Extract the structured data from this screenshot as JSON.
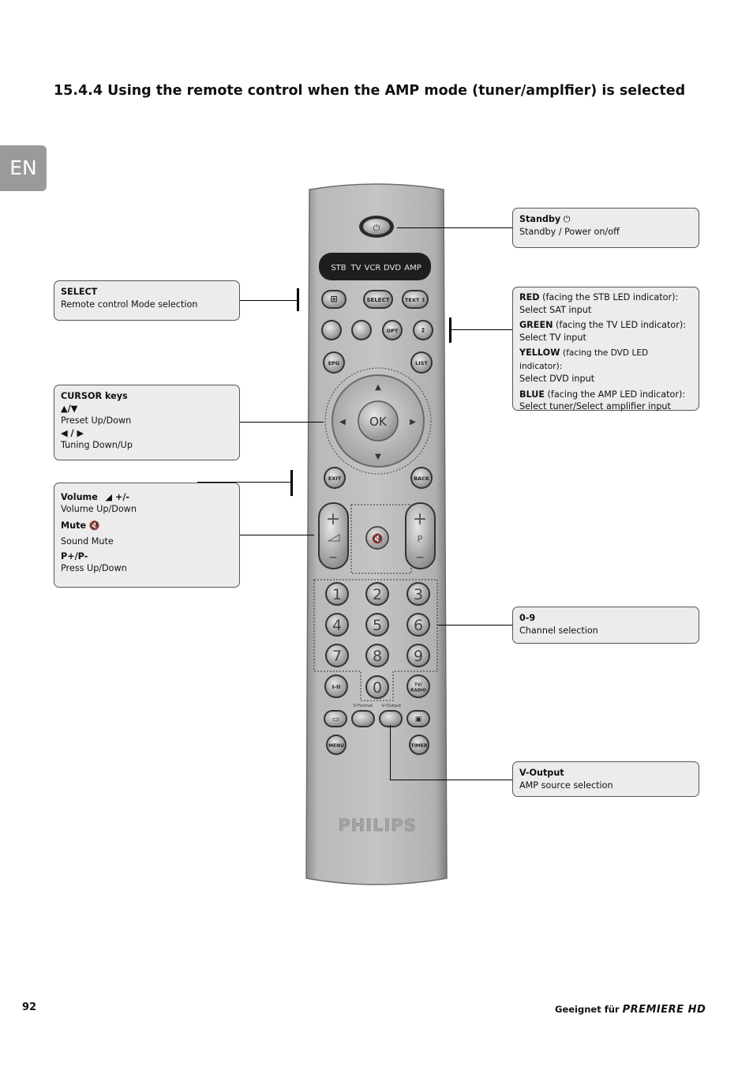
{
  "heading": "15.4.4 Using the remote control when the AMP mode (tuner/amplfier) is selected",
  "language_tab": "EN",
  "callouts": {
    "select": {
      "title": "SELECT",
      "text": "Remote control Mode selection"
    },
    "cursor": {
      "title": "CURSOR keys",
      "sym1": "▲/▼",
      "text1": "Preset Up/Down",
      "sym2": "◀ / ▶",
      "text2": "Tuning Down/Up"
    },
    "volume": {
      "title": "Volume",
      "title_suffix": "+/-",
      "text1": "Volume Up/Down",
      "mute_title": "Mute",
      "mute_text": "Sound Mute",
      "prog_title": "P+/P-",
      "prog_text": "Press Up/Down"
    },
    "standby": {
      "title": "Standby",
      "text": "Standby / Power on/off"
    },
    "colors": {
      "red_title": "RED",
      "red_note": "(facing the STB LED indicator):",
      "red_text": "Select SAT input",
      "green_title": "GREEN",
      "green_note": "(facing the TV LED indicator):",
      "green_text": "Select TV input",
      "yellow_title": "YELLOW",
      "yellow_note": "(facing the DVD LED indicator):",
      "yellow_text": "Select DVD input",
      "blue_title": "BLUE",
      "blue_note": "(facing the AMP LED indicator):",
      "blue_text": "Select tuner/Select amplifier input"
    },
    "digits": {
      "title": "0-9",
      "text": "Channel selection"
    },
    "voutput": {
      "title": "V-Output",
      "text": "AMP source selection"
    }
  },
  "remote": {
    "modes": [
      "STB",
      "TV",
      "VCR",
      "DVD",
      "AMP"
    ],
    "buttons": {
      "select": "SELECT",
      "text": "TEXT",
      "opt": "OPT",
      "epg": "EPG",
      "list": "LIST",
      "ok": "OK",
      "exit": "EXIT",
      "back": "BACK",
      "tv_radio": "TV/\nRADIO",
      "menu": "MENU",
      "timer": "TIMER",
      "p": "P",
      "dual": "I-II"
    },
    "digits": [
      "1",
      "2",
      "3",
      "4",
      "5",
      "6",
      "7",
      "8",
      "9",
      "0"
    ],
    "small_labels": {
      "v_format": "V-Format",
      "v_output": "V-Output"
    },
    "brand": "PHILIPS"
  },
  "page_number": "92",
  "footer": {
    "prefix": "Geeignet für",
    "brand": "PREMIERE HD"
  }
}
